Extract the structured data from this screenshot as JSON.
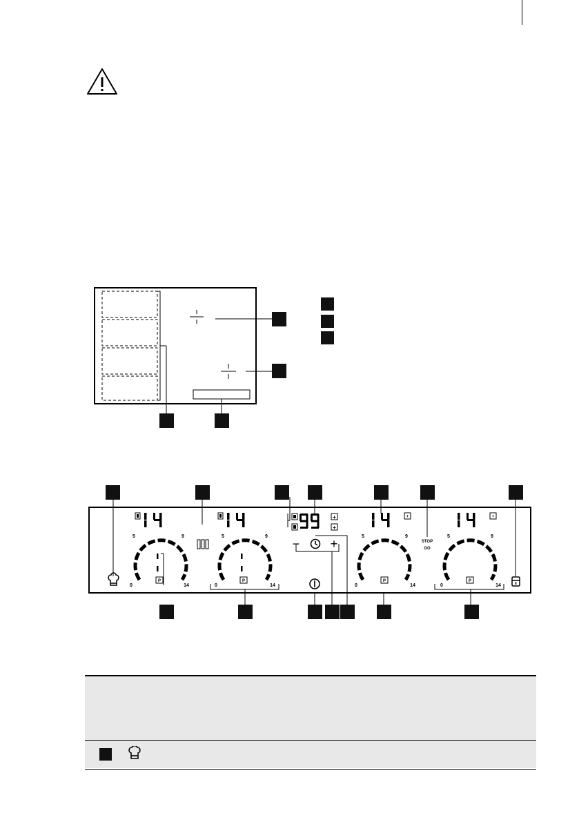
{
  "scale_labels": {
    "zone1": [
      "5",
      "9",
      "0",
      "14"
    ],
    "zone2": [
      "5",
      "9",
      "0",
      "14"
    ],
    "zone3": [
      "5",
      "9",
      "0",
      "14"
    ],
    "zone4": [
      "5",
      "9",
      "0",
      "14"
    ]
  },
  "displays": {
    "zone_power": [
      "14",
      "14",
      "14",
      "14"
    ],
    "timer": "99"
  },
  "icons": {
    "warning": "warning-triangle-icon",
    "chef_hat": "chef-hat-icon",
    "power": "on-off-icon",
    "timer": "clock-icon",
    "lock": "lock-icon",
    "bridge": "bridge-icon",
    "pause": "pause-icon"
  },
  "stop_go": {
    "line1": "STOP",
    "line2": "GO"
  },
  "timer_controls": {
    "minus": "−",
    "plus": "+"
  },
  "plus_badge": "+",
  "pause_symbol": "P",
  "colors": {
    "ink": "#000000",
    "marker": "#111111",
    "table_shade": "#e8e8e8"
  }
}
